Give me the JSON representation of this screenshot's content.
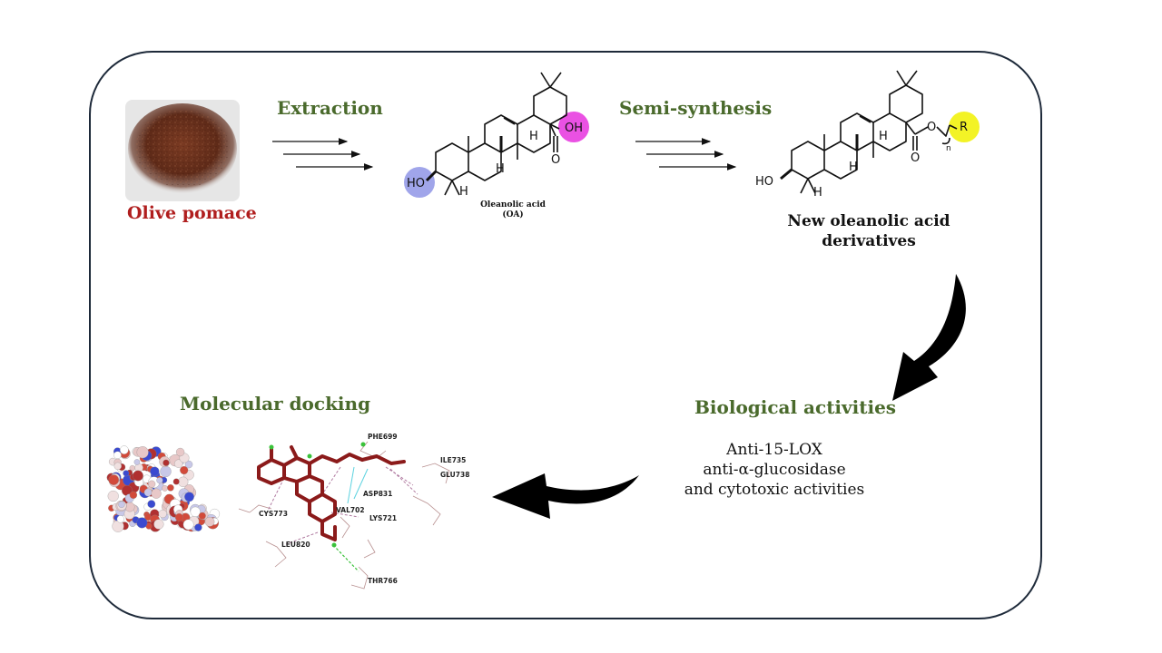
{
  "steps": {
    "extraction": "Extraction",
    "semi_synthesis": "Semi-synthesis",
    "biological_activities": "Biological activities",
    "molecular_docking": "Molecular docking"
  },
  "source": {
    "label": "Olive pomace"
  },
  "oa": {
    "name": "Oleanolic acid",
    "abbrev": "(OA)",
    "atom_oh": "OH",
    "atom_ho": "HO",
    "atom_o": "O",
    "atom_h1": "H",
    "atom_h2": "H",
    "atom_h3": "H"
  },
  "derivatives": {
    "line1": "New oleanolic acid",
    "line2": "derivatives",
    "atom_ho": "HO",
    "atom_o1": "O",
    "atom_o2": "O",
    "atom_r": "R",
    "atom_n": "n",
    "atom_h1": "H",
    "atom_h2": "H",
    "atom_h3": "H"
  },
  "activities": {
    "line1": "Anti-15-LOX",
    "line2": "anti-α-glucosidase",
    "line3": "and cytotoxic activities"
  },
  "residues": {
    "phe": "PHE699",
    "ile": "ILE735",
    "glu": "GLU738",
    "asp": "ASP831",
    "val": "VAL702",
    "lys": "LYS721",
    "cys": "CYS773",
    "leu": "LEU820",
    "thr": "THR766"
  },
  "colors": {
    "frame": "#1e2a3a",
    "step_green": "#4a6a2c",
    "source_red": "#b01e1e",
    "ligand": "#8b1a1a",
    "oh_highlight": "#e83ee0",
    "ho_highlight": "#8f95e6",
    "r_highlight": "#f2f21a"
  }
}
